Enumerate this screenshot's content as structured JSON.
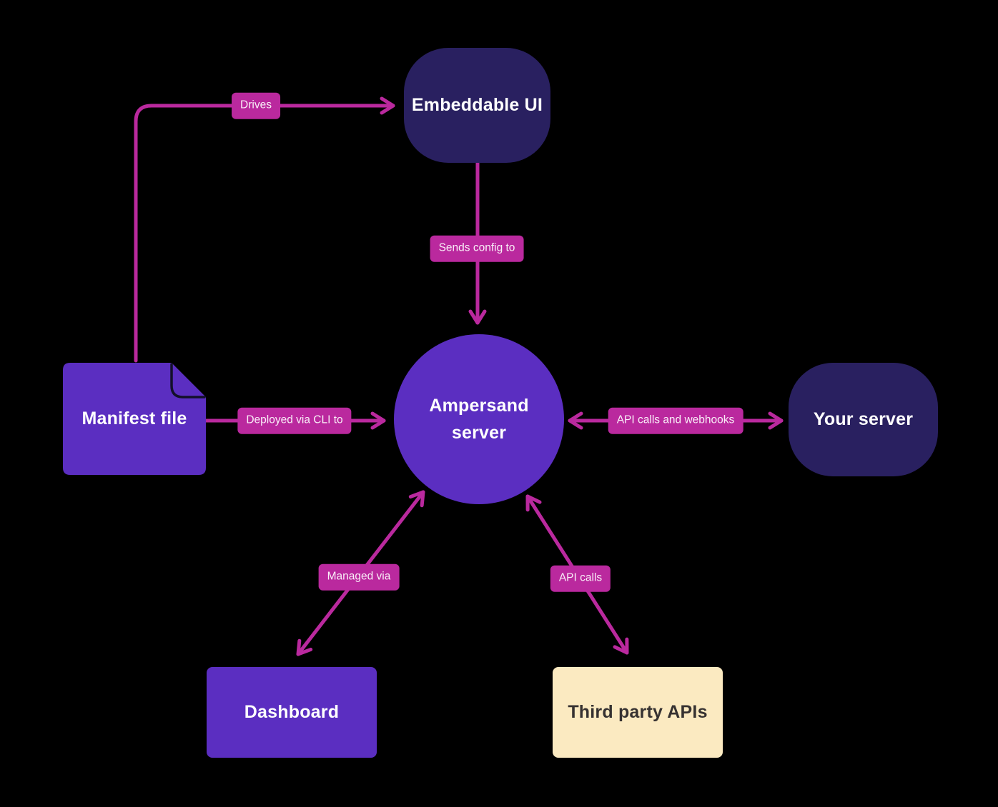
{
  "colors": {
    "bg": "#000000",
    "navy": "#292060",
    "purple": "#5b2ec1",
    "magenta": "#ba299e",
    "cream": "#fbeac1",
    "dark_text": "#363231",
    "white_text": "#ffffff"
  },
  "diagram": {
    "type": "architecture-flow",
    "nodes": {
      "embeddable_ui": {
        "label": "Embeddable UI",
        "shape": "rounded-rectangle",
        "color": "#292060"
      },
      "manifest_file": {
        "label": "Manifest file",
        "shape": "document-folded-corner",
        "color": "#5b2ec1"
      },
      "ampersand_server": {
        "label": "Ampersand server",
        "shape": "circle",
        "color": "#5b2ec1"
      },
      "your_server": {
        "label": "Your server",
        "shape": "rounded-rectangle",
        "color": "#292060"
      },
      "dashboard": {
        "label": "Dashboard",
        "shape": "rectangle",
        "color": "#5b2ec1"
      },
      "third_party_apis": {
        "label": "Third party APIs",
        "shape": "rectangle",
        "color": "#fbeac1"
      }
    },
    "edges": {
      "drives": {
        "label": "Drives",
        "from": "manifest_file",
        "to": "embeddable_ui",
        "direction": "one-way"
      },
      "sends_config_to": {
        "label": "Sends config to",
        "from": "embeddable_ui",
        "to": "ampersand_server",
        "direction": "one-way"
      },
      "deployed_via_cli": {
        "label": "Deployed via CLI to",
        "from": "manifest_file",
        "to": "ampersand_server",
        "direction": "one-way"
      },
      "api_calls_webhooks": {
        "label": "API calls and webhooks",
        "from": "ampersand_server",
        "to": "your_server",
        "direction": "two-way"
      },
      "managed_via": {
        "label": "Managed via",
        "from": "ampersand_server",
        "to": "dashboard",
        "direction": "two-way"
      },
      "api_calls": {
        "label": "API calls",
        "from": "ampersand_server",
        "to": "third_party_apis",
        "direction": "two-way"
      }
    }
  }
}
